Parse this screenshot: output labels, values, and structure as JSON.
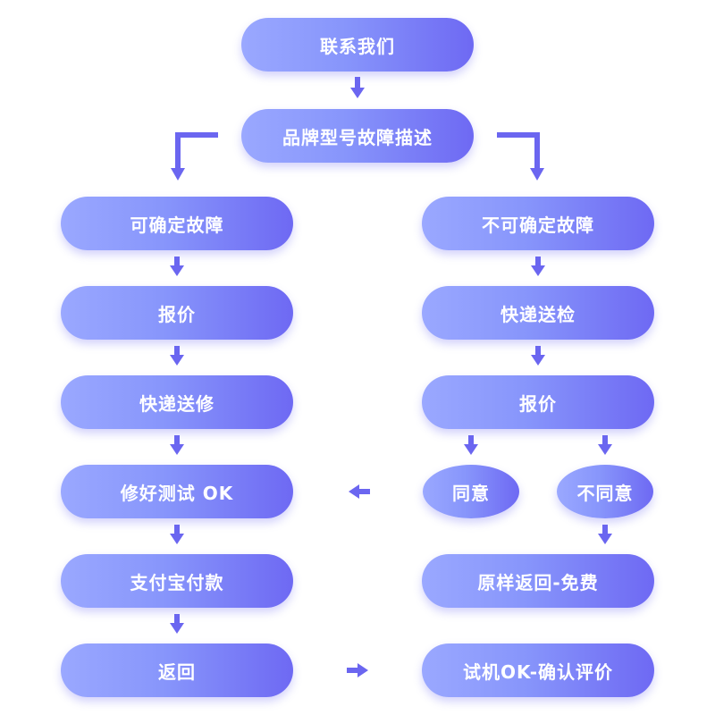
{
  "colors": {
    "arrow": "#6b66f0",
    "node_start": "#9aa8ff",
    "node_end": "#6e69f3",
    "text": "#ffffff"
  },
  "nodes": {
    "contact": "联系我们",
    "describe": "品牌型号故障描述",
    "left": {
      "confirmable": "可确定故障",
      "quote": "报价",
      "ship_repair": "快递送修",
      "repair_test": "修好测试 OK",
      "alipay": "支付宝付款",
      "return": "返回"
    },
    "right": {
      "unconfirmable": "不可确定故障",
      "ship_inspect": "快递送检",
      "quote": "报价",
      "agree": "同意",
      "disagree": "不同意",
      "return_free": "原样返回-免费",
      "test_ok_review": "试机OK-确认评价"
    }
  }
}
